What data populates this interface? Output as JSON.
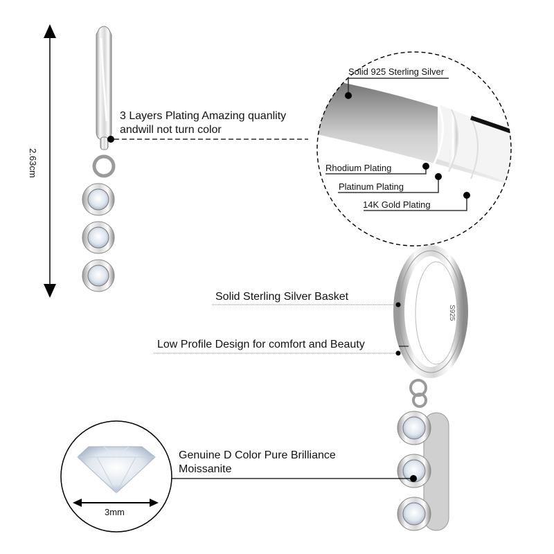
{
  "product": {
    "type": "Huggie hoop drop earring",
    "stone_count": 3,
    "hallmark": "S925"
  },
  "dimensions": {
    "height_label": "2.63cm",
    "stone_diameter_label": "3mm"
  },
  "callouts": {
    "plating_summary": {
      "line1": "3 Layers Plating Amazing quanlity",
      "line2": "andwill not turn color"
    },
    "layers": [
      {
        "label": "Solid 925 Sterling Silver"
      },
      {
        "label": "Rhodium Plating"
      },
      {
        "label": "Platinum Plating"
      },
      {
        "label": "14K Gold Plating"
      }
    ],
    "basket": "Solid Sterling Silver Basket",
    "profile": "Low Profile Design for comfort and Beauty",
    "stone": {
      "line1": "Genuine D Color Pure Brilliance",
      "line2": "Moissanite"
    }
  },
  "colors": {
    "text": "#111111",
    "metal_light": "#f2f2f2",
    "metal_mid": "#c8c8c8",
    "metal_dark": "#6e6e6e",
    "leader": "#222222",
    "dotted_leader": "#9a9a9a"
  }
}
